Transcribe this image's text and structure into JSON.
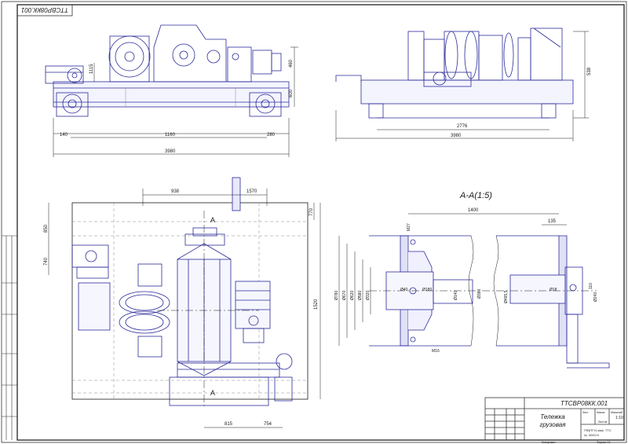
{
  "drawing": {
    "stamp_code": "ТТСВР08КК.001",
    "section_title": "А-А(1:5)",
    "section_marker": "А",
    "title_block": {
      "code": "ТТСВР08КК.001",
      "name_line1": "Тележка",
      "name_line2": "грузовая",
      "scale": "1:10",
      "org_line1": "ПФ(ПГУ) каф. ТТС",
      "org_line2": "гр. 404С/4",
      "sheet_label": "Лист",
      "sheets_label": "Листов",
      "mass_label": "Масса",
      "scale_label": "Масштаб",
      "format": "Формат А1",
      "copied": "Копировал"
    },
    "dims": {
      "front_top_h": "1115",
      "front_side_h": "600",
      "front_mid_h": "460",
      "front_w_main": "1160",
      "front_w_left": "140",
      "front_w_right": "280",
      "front_w_total": "3980",
      "side_h": "538",
      "side_w_inner": "2776",
      "side_w_total": "3980",
      "plan_top1": "938",
      "plan_top2": "1570",
      "plan_left1": "850",
      "plan_left2": "740",
      "plan_right_top": "770",
      "plan_right": "1520",
      "plan_bot1": "815",
      "plan_bot2": "754",
      "sec_w": "1400",
      "sec_135": "135",
      "sec_d1": "Ø780",
      "sec_d2": "Ø670",
      "sec_d3": "Ø620",
      "sec_d4": "Ø580",
      "sec_d5": "Ø320",
      "sec_d6": "Ø180",
      "sec_d7": "Ø140",
      "sec_d8": "Ø240",
      "sec_d9": "Ø495,5",
      "sec_m1": "M27",
      "sec_m2": "M16",
      "sec_110": "110",
      "sec_d10": "Ø380",
      "sec_d11": "Ø18",
      "sec_d12": "Ø40"
    }
  },
  "colors": {
    "line": "#1a1a1a",
    "part": "#2a2a9a",
    "frame": "#333333"
  }
}
